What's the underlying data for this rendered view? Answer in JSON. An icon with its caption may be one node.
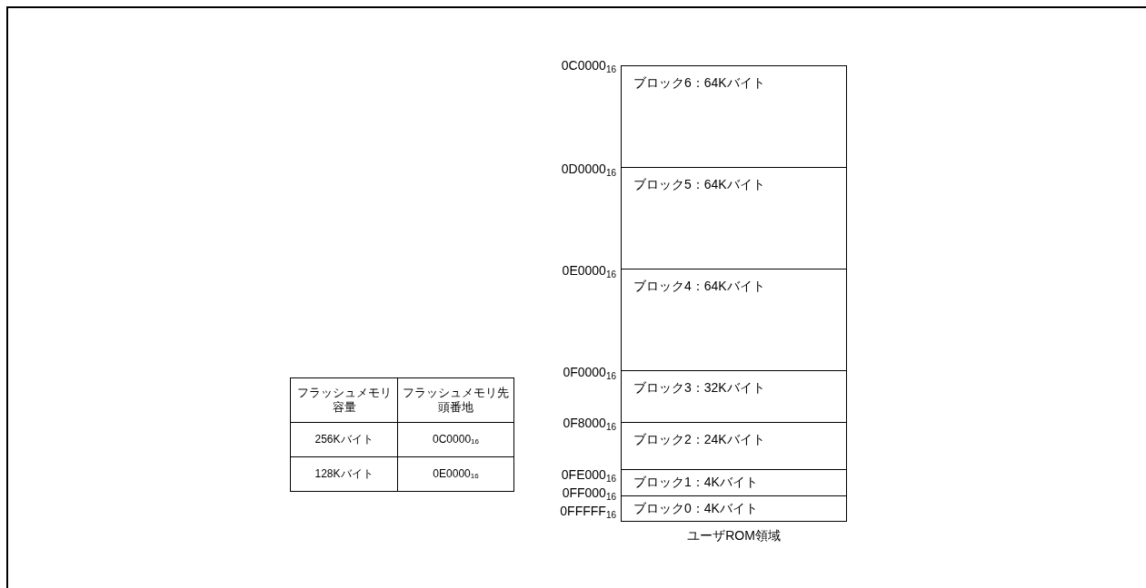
{
  "diagram": {
    "caption": "ユーザROM領域",
    "nodes": [
      {
        "text": [
          "ブロック6：64Kバイト"
        ]
      },
      {
        "text": [
          "ブロック5：64Kバイト"
        ]
      },
      {
        "text": [
          "ブロック4：64Kバイト"
        ]
      },
      {
        "text": [
          "ブロック3：32Kバイト"
        ]
      },
      {
        "text": [
          "ブロック2：24Kバイト"
        ]
      },
      {
        "text": [
          "ブロック1：4Kバイト"
        ]
      },
      {
        "text": [
          "ブロック0：4Kバイト"
        ]
      }
    ],
    "labels": [
      "0C0000$_{16}$",
      "0D0000$_{16}$",
      "0E0000$_{16}$",
      "0F0000$_{16}$",
      "0F8000$_{16}$",
      "0FE000$_{16}$",
      "0FF000$_{16}$",
      "0FFFFF$_{16}$",
      "フラッシュメモリ容量",
      "フラッシュメモリ先頭番地",
      "256Kバイト",
      "0C0000$_{16}$",
      "128Kバイト",
      "0E0000$_{16}$"
    ]
  }
}
